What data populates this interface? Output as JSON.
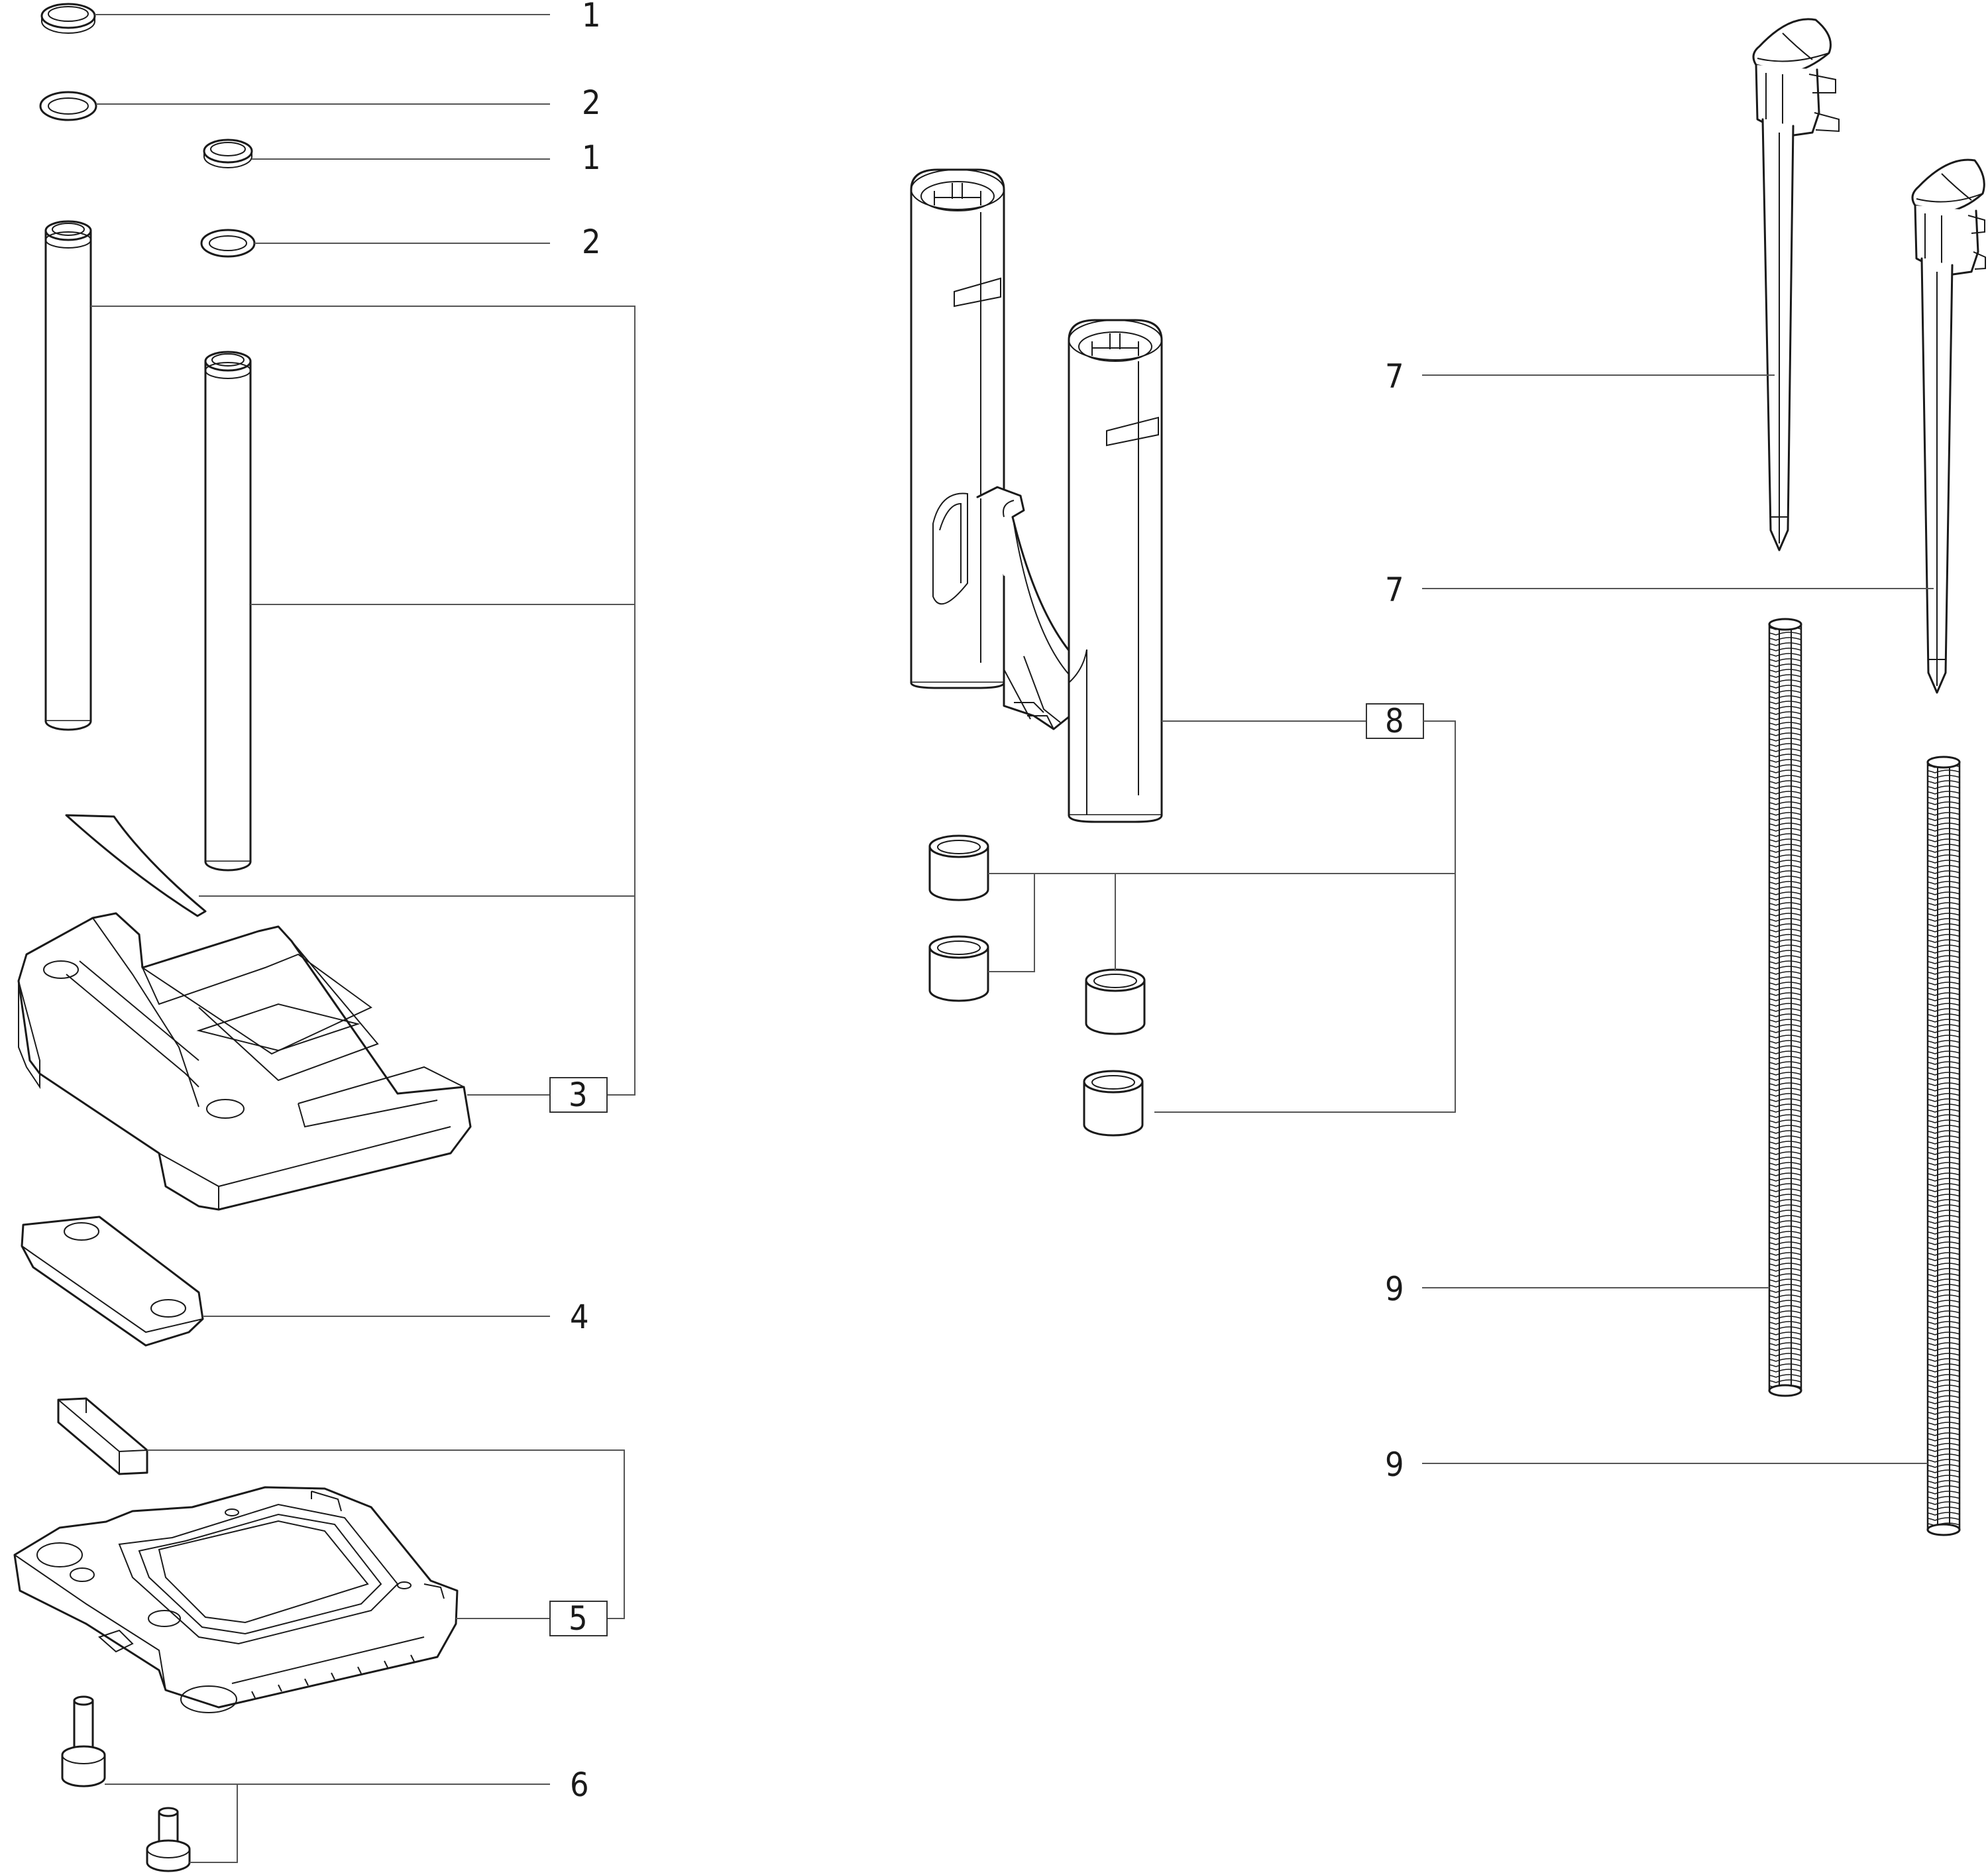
{
  "callouts": {
    "c1a": "1",
    "c2a": "2",
    "c1b": "1",
    "c2b": "2",
    "c3": "3",
    "c4": "4",
    "c5": "5",
    "c6": "6",
    "c7a": "7",
    "c7b": "7",
    "c8": "8",
    "c9a": "9",
    "c9b": "9"
  },
  "parts": [
    {
      "ref": "1",
      "name": "snap-ring"
    },
    {
      "ref": "2",
      "name": "o-ring"
    },
    {
      "ref": "3",
      "name": "base-housing-with-columns"
    },
    {
      "ref": "4",
      "name": "plate"
    },
    {
      "ref": "5",
      "name": "base-plate-with-key"
    },
    {
      "ref": "6",
      "name": "screw"
    },
    {
      "ref": "7",
      "name": "pin-with-cap"
    },
    {
      "ref": "8",
      "name": "guide-column-bracket-with-bushings"
    },
    {
      "ref": "9",
      "name": "spring"
    }
  ]
}
